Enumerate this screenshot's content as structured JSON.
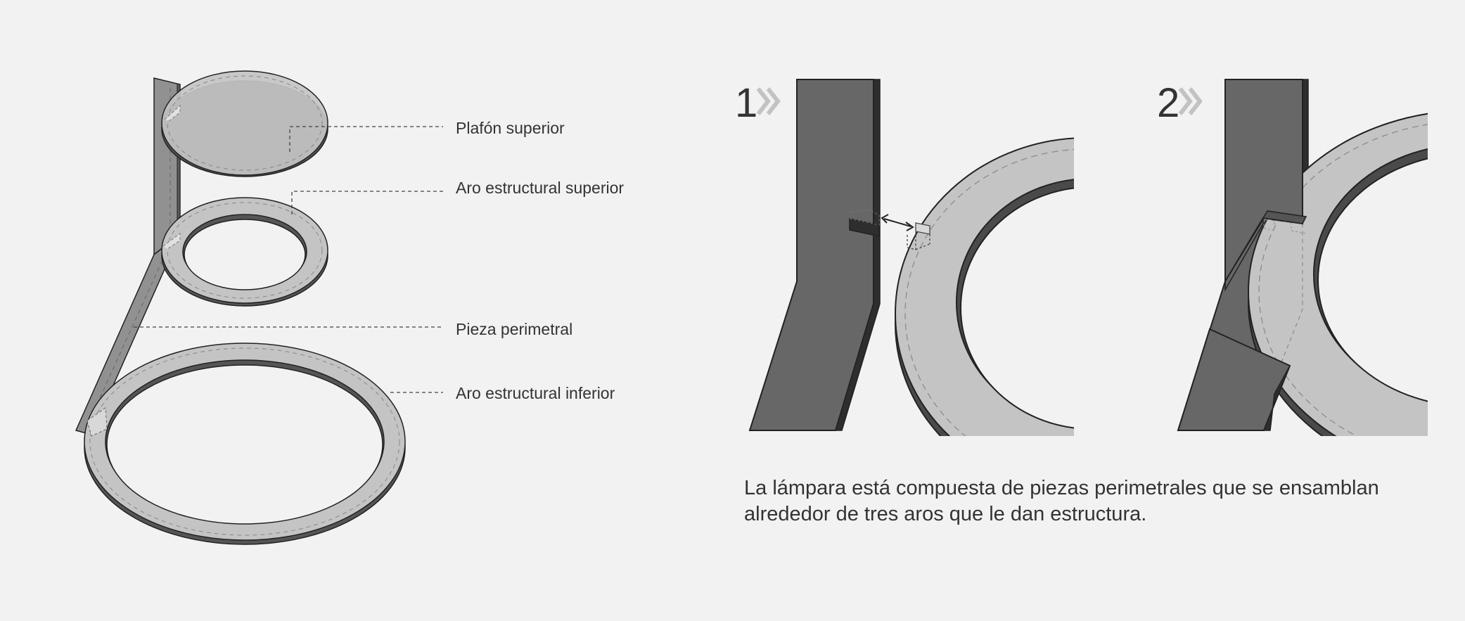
{
  "labels": {
    "top_plate": "Plafón superior",
    "upper_ring": "Aro estructural superior",
    "perimeter_piece": "Pieza perimetral",
    "lower_ring": "Aro estructural inferior"
  },
  "steps": [
    {
      "number": "1"
    },
    {
      "number": "2"
    }
  ],
  "caption": {
    "line1": "La lámpara está compuesta de piezas perimetrales que se ensamblan",
    "line2": "alrededor de tres aros que le dan estructura."
  },
  "colors": {
    "background": "#f2f2f2",
    "ring_fill": "#c4c4c4",
    "ring_edge": "#4a4a4a",
    "post_dark": "#676767",
    "post_mid": "#919191",
    "outline": "#222222",
    "dashed": "#8c8c8c",
    "chevron": "#c2c2c2",
    "text": "#333333"
  }
}
